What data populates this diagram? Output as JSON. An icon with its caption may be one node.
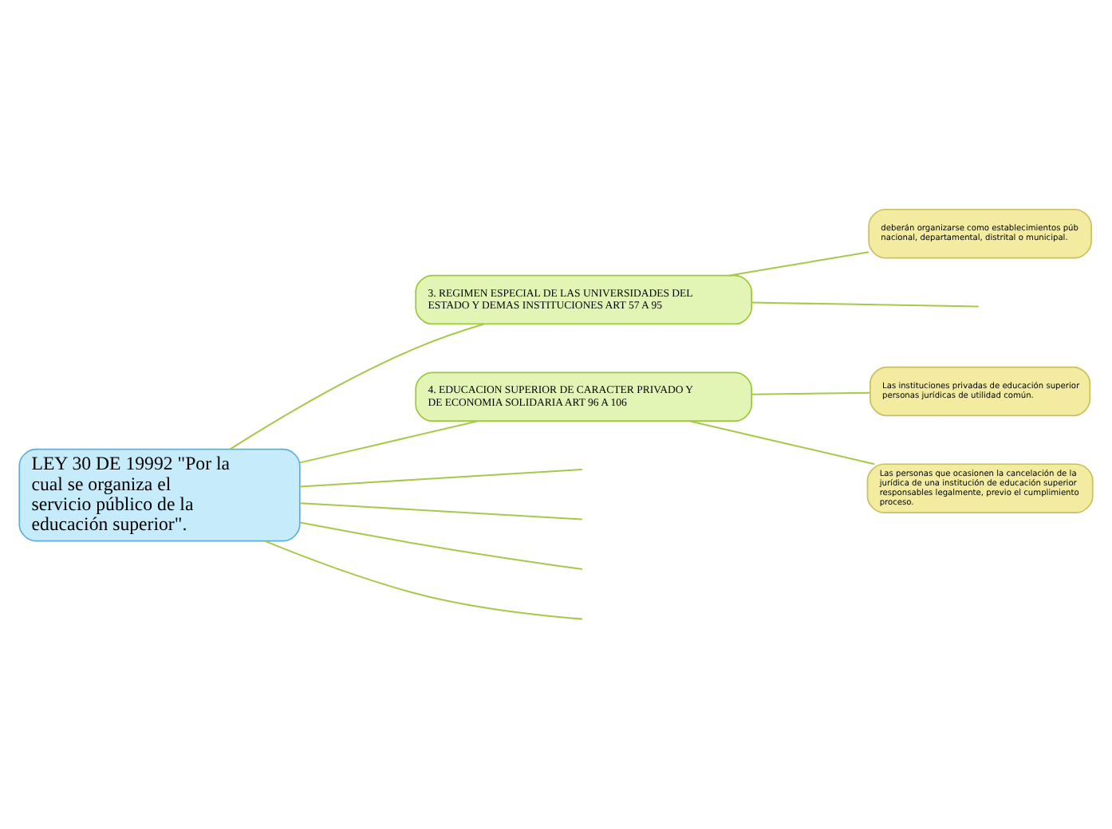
{
  "diagram": {
    "nodes": [
      {
        "text": [
          "LEY 30 DE 19992 \"Por la cual se organiza el servicio público de la educación superior\"."
        ]
      },
      {
        "text": [
          "3. REGIMEN ESPECIAL DE LAS UNIVERSIDADES DEL ESTADO Y DEMAS INSTITUCIONES ART 57 A 95"
        ]
      },
      {
        "text": [
          "deberán organizarse como establecimientos púb nacional, departamental, distrital o municipal."
        ]
      },
      {
        "text": [
          "4. EDUCACION SUPERIOR DE CARACTER PRIVADO Y DE ECONOMIA SOLIDARIA ART 96 A 106"
        ]
      },
      {
        "text": [
          "Las instituciones privadas de educación superior personas jurídicas de utilidad común."
        ]
      },
      {
        "text": [
          "Las personas que ocasionen la cancelación de la jurídica de una institución de educación superior responsables legalmente, previo el cumplimiento proceso."
        ]
      }
    ],
    "edges": [
      {
        "from": 0,
        "to": null,
        "arrow": "none"
      },
      {
        "from": 0,
        "to": null,
        "arrow": "none"
      },
      {
        "from": 0,
        "to": 1,
        "arrow": "none"
      },
      {
        "from": 1,
        "to": null,
        "arrow": "none"
      },
      {
        "from": 1,
        "to": 2,
        "arrow": "none"
      },
      {
        "from": 0,
        "to": 3,
        "arrow": "none"
      },
      {
        "from": 3,
        "to": 4,
        "arrow": "none"
      },
      {
        "from": 3,
        "to": 5,
        "arrow": "none"
      },
      {
        "from": 0,
        "to": null,
        "arrow": "none"
      },
      {
        "from": 0,
        "to": null,
        "arrow": "none"
      }
    ]
  }
}
